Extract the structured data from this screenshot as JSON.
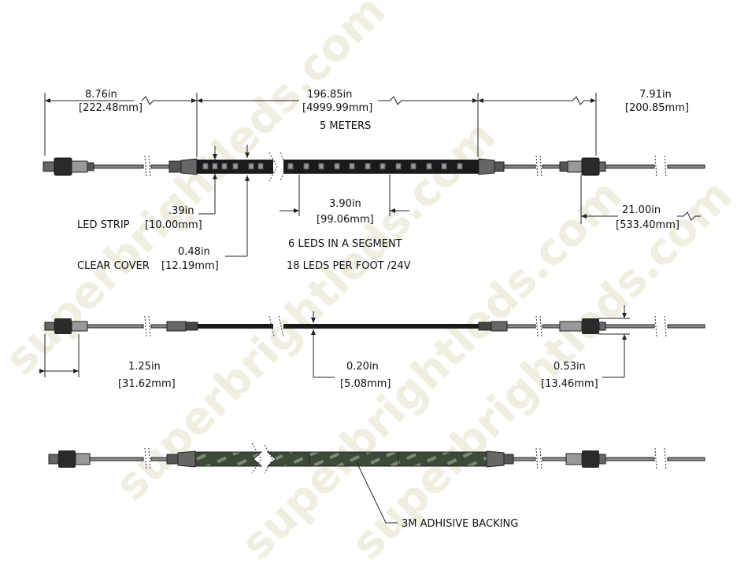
{
  "watermark": "superbrightleds.com",
  "top_view": {
    "lead_length": {
      "in": "8.76in",
      "mm": "[222.48mm]"
    },
    "strip_length": {
      "in": "196.85in",
      "mm": "[4999.99mm]",
      "meters": "5 METERS"
    },
    "tail_length": {
      "in": "7.91in",
      "mm": "[200.85mm]"
    },
    "strip_width": {
      "in": ".39in",
      "label": "LED STRIP",
      "mm": "[10.00mm]"
    },
    "cover_width": {
      "in": "0.48in",
      "label": "CLEAR COVER",
      "mm": "[12.19mm]"
    },
    "segment_length": {
      "in": "3.90in",
      "mm": "[99.06mm]"
    },
    "segment_note": "6 LEDS IN A SEGMENT",
    "density_note": "18 LEDS PER FOOT /24V",
    "cable_length": {
      "in": "21.00in",
      "mm": "[533.40mm]"
    }
  },
  "side_view": {
    "connector_length": {
      "in": "1.25in",
      "mm": "[31.62mm]"
    },
    "strip_thickness": {
      "in": "0.20in",
      "mm": "[5.08mm]"
    },
    "connector_diameter": {
      "in": "0.53in",
      "mm": "[13.46mm]"
    }
  },
  "bottom_view": {
    "backing_label": "3M ADHISIVE BACKING"
  },
  "colors": {
    "strip": "#1a1a1a",
    "backing": "#3c4a3a",
    "backing_pattern": "#7d8a72",
    "cable": "#8a8a8a"
  }
}
